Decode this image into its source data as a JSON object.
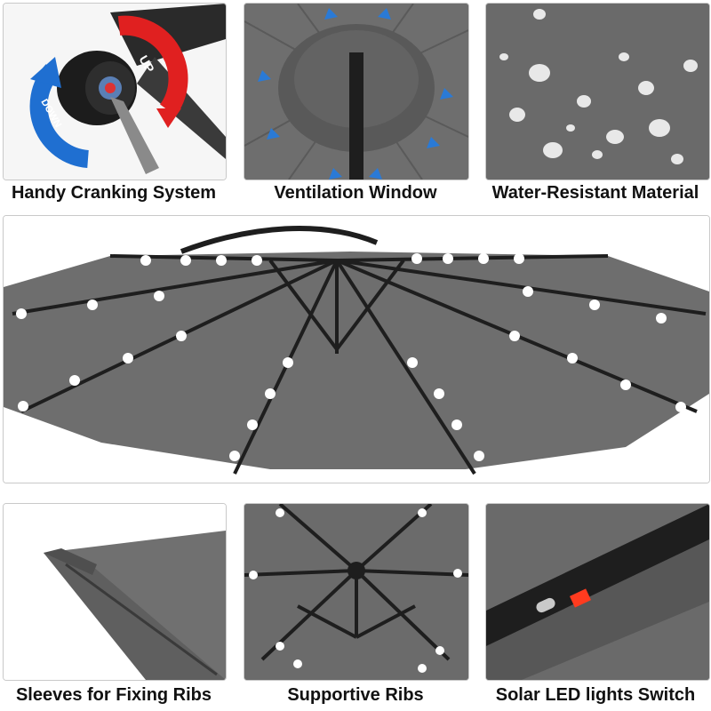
{
  "panels": [
    {
      "caption": "Handy Cranking System",
      "labels": {
        "up": "UP",
        "down": "DOWN"
      }
    },
    {
      "caption": "Ventilation Window"
    },
    {
      "caption": "Water-Resistant Material"
    },
    {
      "caption": ""
    },
    {
      "caption": "Sleeves for Fixing Ribs"
    },
    {
      "caption": "Supportive Ribs"
    },
    {
      "caption": "Solar LED lights Switch"
    }
  ],
  "colors": {
    "canopy": "#6e6e6e",
    "canopy_dark": "#575757",
    "frame": "#1f1f1f",
    "led": "#ffffff",
    "up_arrow": "#e02020",
    "down_arrow": "#1f6fd1",
    "vent_arrow": "#2a7ad6",
    "switch": "#ff3b1f"
  },
  "icons": [
    "crank-icon",
    "vent-arrow-icon",
    "water-drop-icon",
    "led-light-icon",
    "switch-icon"
  ]
}
